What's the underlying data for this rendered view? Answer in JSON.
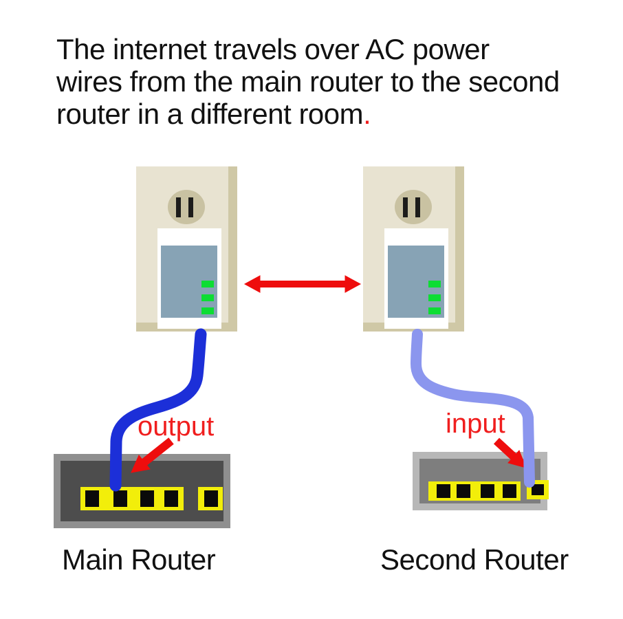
{
  "description": {
    "lines": [
      "The internet travels over AC power",
      "wires from the main router to the second",
      "router in a different room"
    ],
    "period": "."
  },
  "annotations": {
    "output": "output",
    "input": "input"
  },
  "captions": {
    "main_router": "Main Router",
    "second_router": "Second Router"
  },
  "adapters": {
    "led_count_each": 3,
    "led_state": "on"
  },
  "routers": {
    "main": {
      "ports_in_strip": 4,
      "single_ports": 1,
      "cable_connected_port": 2
    },
    "second": {
      "ports_in_strip": 4,
      "single_ports": 1,
      "cable_connected_port": "single"
    }
  },
  "colors": {
    "text": "#111111",
    "red-text": "#f01e1e",
    "red-arrow": "#ee0d0d",
    "plate": "#e8e3d1",
    "plate-shadow": "#cfc8a6",
    "outlet": "#c9c2a2",
    "slot": "#1c1c1a",
    "adapter-body": "#ffffff",
    "adapter-panel": "#87a3b5",
    "led-green": "#0ddd33",
    "cable-main": "#1c2fd8",
    "cable-second": "#8b96ee",
    "router-main-frame": "#8f8f8f",
    "router-main-body": "#4d4d4d",
    "router-second-frame": "#b7b7b7",
    "router-second-body": "#7e7e7e",
    "port-yellow": "#f2ee0a",
    "port-black": "#0a0a0a",
    "bg": "#ffffff"
  }
}
